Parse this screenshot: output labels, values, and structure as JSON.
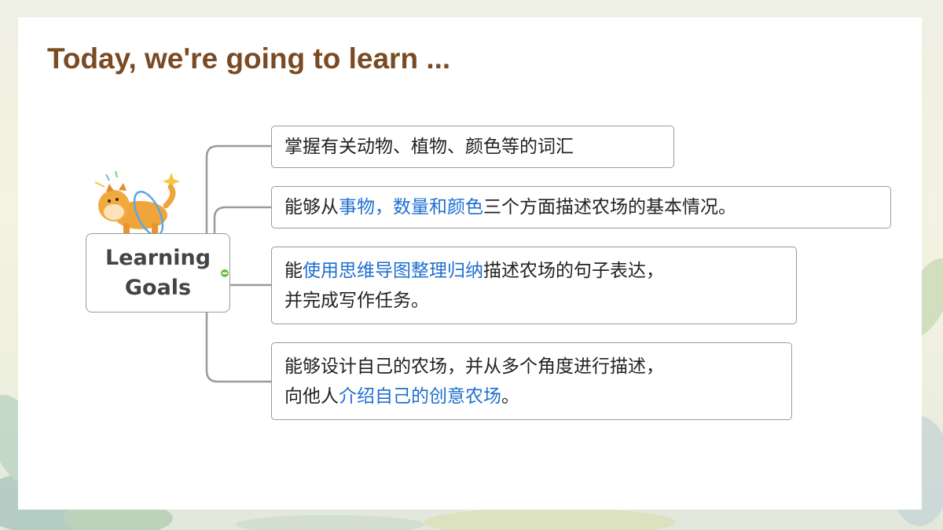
{
  "slide": {
    "title": "Today, we're going to learn ..."
  },
  "mindmap": {
    "central": {
      "line1": "Learning",
      "line2": "Goals"
    },
    "branches": [
      {
        "lines": [
          [
            {
              "text": "掌握有关动物、植物、颜色等的词汇",
              "highlight": false
            }
          ]
        ]
      },
      {
        "lines": [
          [
            {
              "text": "能够从",
              "highlight": false
            },
            {
              "text": "事物，数量和颜色",
              "highlight": true
            },
            {
              "text": "三个方面描述农场的基本情况。",
              "highlight": false
            }
          ]
        ]
      },
      {
        "lines": [
          [
            {
              "text": "能",
              "highlight": false
            },
            {
              "text": "使用思维导图整理归纳",
              "highlight": true
            },
            {
              "text": "描述农场的句子表达，",
              "highlight": false
            }
          ],
          [
            {
              "text": "并完成写作任务。",
              "highlight": false
            }
          ]
        ]
      },
      {
        "lines": [
          [
            {
              "text": "能够设计自己的农场，并从多个角度进行描述，",
              "highlight": false
            }
          ],
          [
            {
              "text": "向他人",
              "highlight": false
            },
            {
              "text": "介绍自己的创意农场",
              "highlight": true
            },
            {
              "text": "。",
              "highlight": false
            }
          ]
        ]
      }
    ]
  },
  "colors": {
    "title": "#7a4a22",
    "highlight": "#1f6fd0",
    "connector": "#9a9a9a",
    "collapse_toggle": "#6fbf4a"
  },
  "icons": {
    "mascot": "stretching-dog-icon",
    "toggle": "collapse-minus-icon"
  }
}
